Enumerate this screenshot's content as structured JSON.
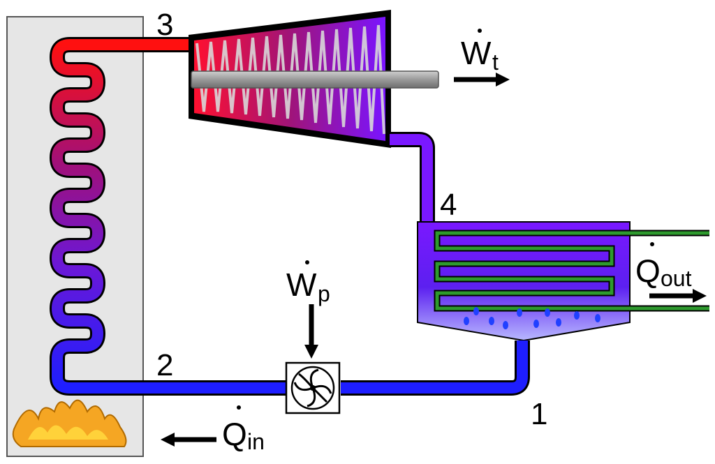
{
  "states": {
    "s1": "1",
    "s2": "2",
    "s3": "3",
    "s4": "4"
  },
  "turbine_work": {
    "symbol": "W",
    "subscript": "t"
  },
  "pump_work": {
    "symbol": "W",
    "subscript": "p"
  },
  "heat_in": {
    "symbol": "Q",
    "subscript": "in"
  },
  "heat_out": {
    "symbol": "Q",
    "subscript": "out"
  },
  "colors": {
    "hot": "#ff1a1a",
    "mid": "#8a1a8a",
    "cool": "#7a1aff",
    "cold": "#2222ff",
    "condenser_coil": "#2e8b2e",
    "boiler_box": "#e6e6e6",
    "flame": "#f5a623"
  },
  "icons": {
    "pump": "pump-fan-icon",
    "flame": "flame-icon",
    "arrow": "arrow-icon"
  }
}
